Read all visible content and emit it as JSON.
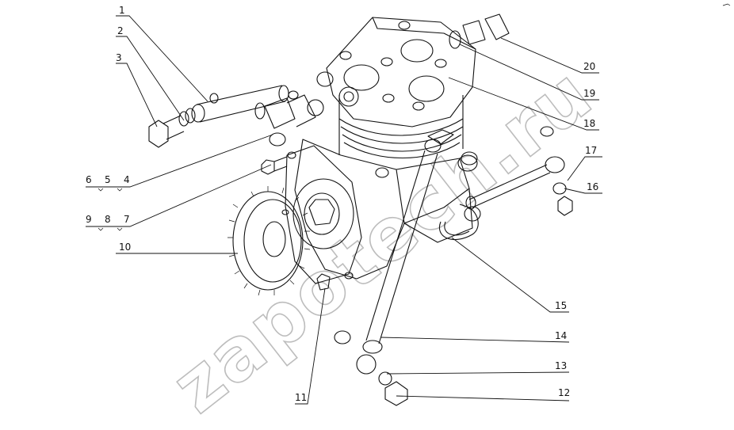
{
  "diagram": {
    "watermark": "zapotech.ru",
    "callouts": [
      {
        "id": "1",
        "label": "1"
      },
      {
        "id": "2",
        "label": "2"
      },
      {
        "id": "3",
        "label": "3"
      },
      {
        "id": "4",
        "label": "4"
      },
      {
        "id": "5",
        "label": "5"
      },
      {
        "id": "6",
        "label": "6"
      },
      {
        "id": "7",
        "label": "7"
      },
      {
        "id": "8",
        "label": "8"
      },
      {
        "id": "9",
        "label": "9"
      },
      {
        "id": "10",
        "label": "10"
      },
      {
        "id": "11",
        "label": "11"
      },
      {
        "id": "12",
        "label": "12"
      },
      {
        "id": "13",
        "label": "13"
      },
      {
        "id": "14",
        "label": "14"
      },
      {
        "id": "15",
        "label": "15"
      },
      {
        "id": "16",
        "label": "16"
      },
      {
        "id": "17",
        "label": "17"
      },
      {
        "id": "18",
        "label": "18"
      },
      {
        "id": "19",
        "label": "19"
      },
      {
        "id": "20",
        "label": "20"
      }
    ]
  }
}
